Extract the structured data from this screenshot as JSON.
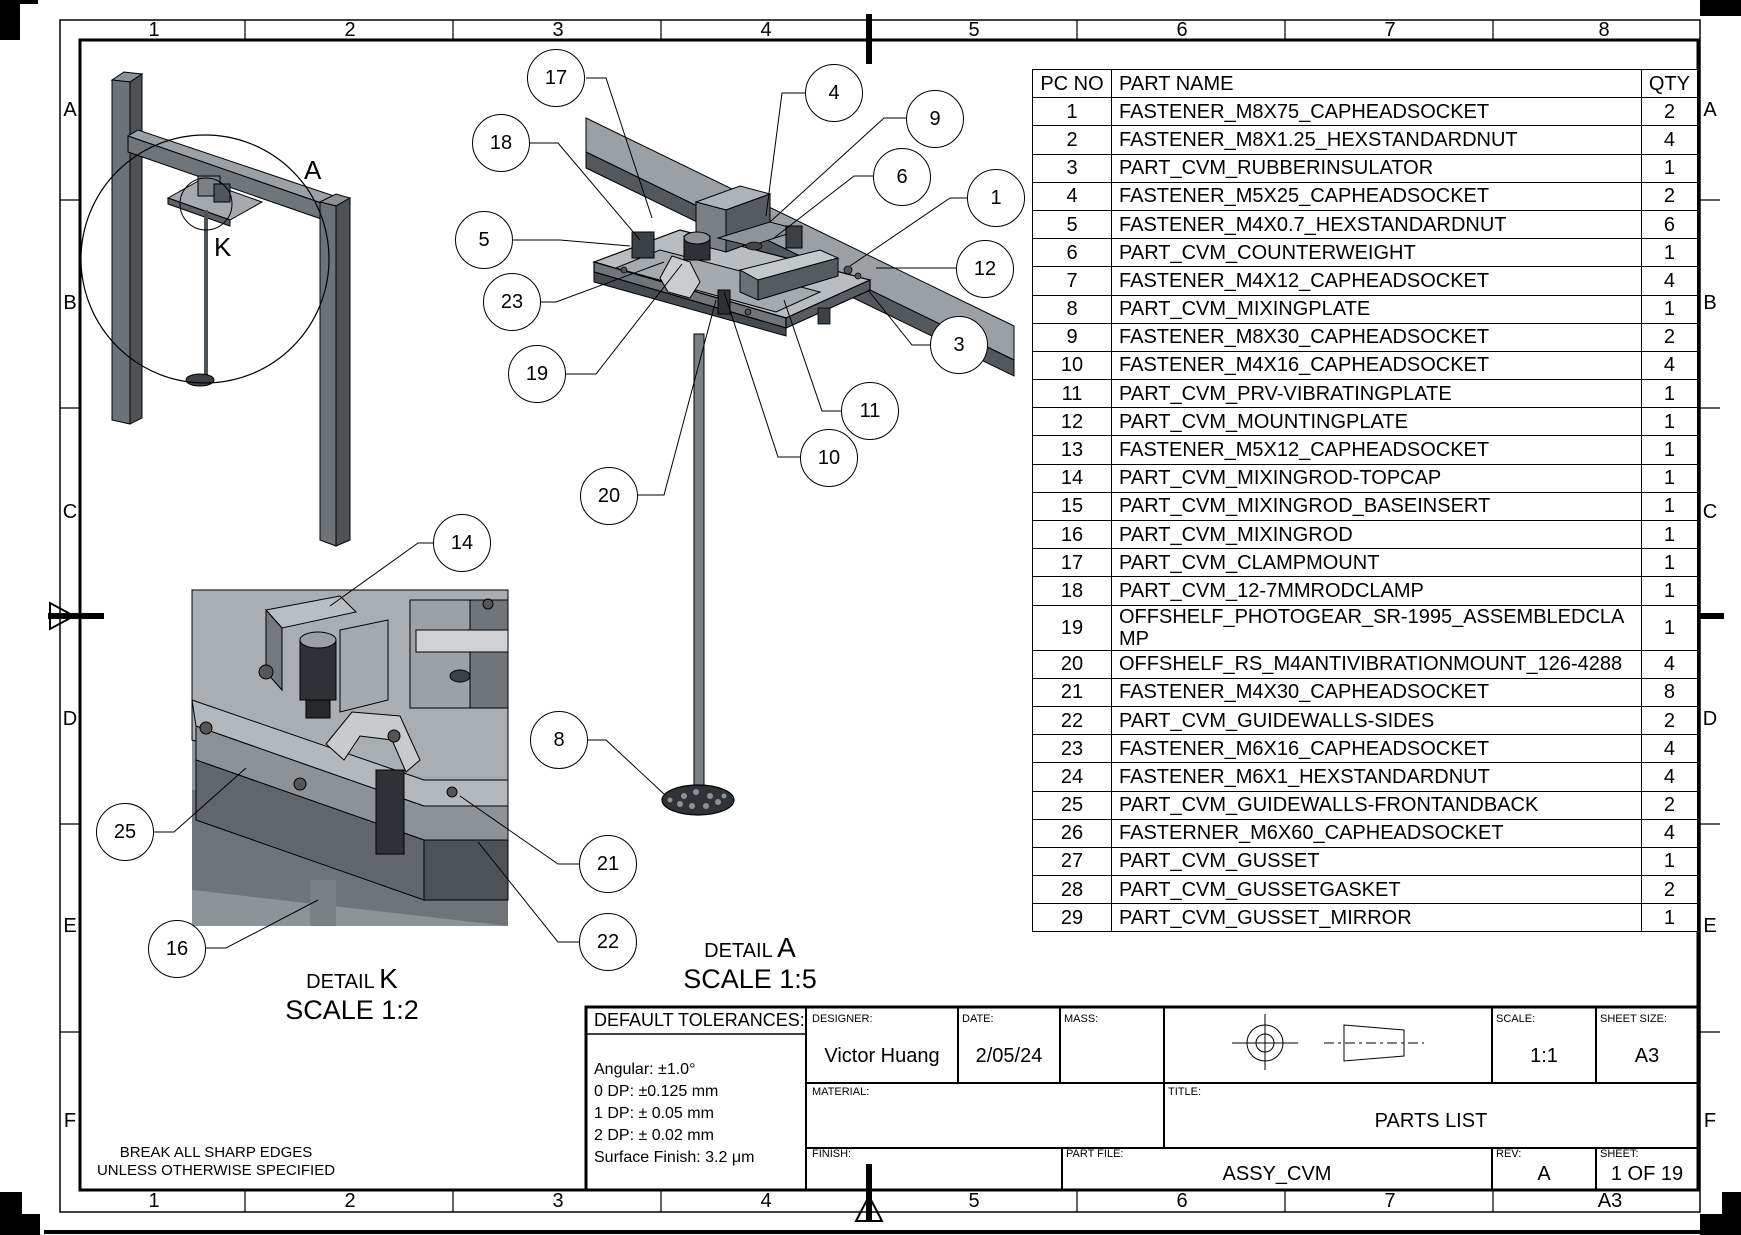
{
  "zones": {
    "columns": [
      "1",
      "2",
      "3",
      "4",
      "5",
      "6",
      "7",
      "8"
    ],
    "rows": [
      "A",
      "B",
      "C",
      "D",
      "E",
      "F"
    ],
    "bottom_sheet_size": "A3"
  },
  "bom": {
    "headers": {
      "pc_no": "PC NO",
      "part_name": "PART NAME",
      "qty": "QTY"
    },
    "rows": [
      {
        "no": "1",
        "name": "FASTENER_M8X75_CAPHEADSOCKET",
        "qty": "2"
      },
      {
        "no": "2",
        "name": "FASTENER_M8X1.25_HEXSTANDARDNUT",
        "qty": "4"
      },
      {
        "no": "3",
        "name": "PART_CVM_RUBBERINSULATOR",
        "qty": "1"
      },
      {
        "no": "4",
        "name": "FASTENER_M5X25_CAPHEADSOCKET",
        "qty": "2"
      },
      {
        "no": "5",
        "name": "FASTENER_M4X0.7_HEXSTANDARDNUT",
        "qty": "6"
      },
      {
        "no": "6",
        "name": "PART_CVM_COUNTERWEIGHT",
        "qty": "1"
      },
      {
        "no": "7",
        "name": "FASTENER_M4X12_CAPHEADSOCKET",
        "qty": "4"
      },
      {
        "no": "8",
        "name": "PART_CVM_MIXINGPLATE",
        "qty": "1"
      },
      {
        "no": "9",
        "name": "FASTENER_M8X30_CAPHEADSOCKET",
        "qty": "2"
      },
      {
        "no": "10",
        "name": "FASTENER_M4X16_CAPHEADSOCKET",
        "qty": "4"
      },
      {
        "no": "11",
        "name": "PART_CVM_PRV-VIBRATINGPLATE",
        "qty": "1"
      },
      {
        "no": "12",
        "name": "PART_CVM_MOUNTINGPLATE",
        "qty": "1"
      },
      {
        "no": "13",
        "name": "FASTENER_M5X12_CAPHEADSOCKET",
        "qty": "1"
      },
      {
        "no": "14",
        "name": "PART_CVM_MIXINGROD-TOPCAP",
        "qty": "1"
      },
      {
        "no": "15",
        "name": "PART_CVM_MIXINGROD_BASEINSERT",
        "qty": "1"
      },
      {
        "no": "16",
        "name": "PART_CVM_MIXINGROD",
        "qty": "1"
      },
      {
        "no": "17",
        "name": "PART_CVM_CLAMPMOUNT",
        "qty": "1"
      },
      {
        "no": "18",
        "name": "PART_CVM_12-7MMRODCLAMP",
        "qty": "1"
      },
      {
        "no": "19",
        "name": "OFFSHELF_PHOTOGEAR_SR-1995_ASSEMBLEDCLAMP",
        "qty": "1"
      },
      {
        "no": "20",
        "name": "OFFSHELF_RS_M4ANTIVIBRATIONMOUNT_126-4288",
        "qty": "4"
      },
      {
        "no": "21",
        "name": "FASTENER_M4X30_CAPHEADSOCKET",
        "qty": "8"
      },
      {
        "no": "22",
        "name": "PART_CVM_GUIDEWALLS-SIDES",
        "qty": "2"
      },
      {
        "no": "23",
        "name": "FASTENER_M6X16_CAPHEADSOCKET",
        "qty": "4"
      },
      {
        "no": "24",
        "name": "FASTENER_M6X1_HEXSTANDARDNUT",
        "qty": "4"
      },
      {
        "no": "25",
        "name": "PART_CVM_GUIDEWALLS-FRONTANDBACK",
        "qty": "2"
      },
      {
        "no": "26",
        "name": "FASTERNER_M6X60_CAPHEADSOCKET",
        "qty": "4"
      },
      {
        "no": "27",
        "name": "PART_CVM_GUSSET",
        "qty": "1"
      },
      {
        "no": "28",
        "name": "PART_CVM_GUSSETGASKET",
        "qty": "2"
      },
      {
        "no": "29",
        "name": "PART_CVM_GUSSET_MIRROR",
        "qty": "1"
      }
    ]
  },
  "views": {
    "overview_label_a": "A",
    "overview_label_k": "K",
    "detail_a": {
      "prefix": "DETAIL",
      "letter": "A",
      "scale": "SCALE 1:5"
    },
    "detail_k": {
      "prefix": "DETAIL",
      "letter": "K",
      "scale": "SCALE 1:2"
    }
  },
  "balloons_a": [
    "17",
    "4",
    "9",
    "18",
    "6",
    "1",
    "5",
    "12",
    "23",
    "3",
    "19",
    "11",
    "10",
    "20",
    "8"
  ],
  "balloons_k": [
    "14",
    "25",
    "21",
    "22",
    "16"
  ],
  "notes": {
    "edges_line1": "BREAK ALL SHARP EDGES",
    "edges_line2": "UNLESS OTHERWISE SPECIFIED"
  },
  "tolerances": {
    "title": "DEFAULT TOLERANCES:",
    "lines": [
      "Angular: ±1.0°",
      "0 DP: ±0.125 mm",
      "1 DP: ± 0.05 mm",
      "2 DP: ± 0.02 mm",
      "Surface Finish: 3.2 μm"
    ]
  },
  "title_block": {
    "designer_label": "DESIGNER:",
    "designer": "Victor Huang",
    "date_label": "DATE:",
    "date": "2/05/24",
    "mass_label": "MASS:",
    "scale_label": "SCALE:",
    "scale": "1:1",
    "sheet_size_label": "SHEET SIZE:",
    "sheet_size": "A3",
    "material_label": "MATERIAL:",
    "title_label": "TITLE:",
    "title": "PARTS LIST",
    "finish_label": "FINISH:",
    "part_file_label": "PART FILE:",
    "part_file": "ASSY_CVM",
    "rev_label": "REV:",
    "rev": "A",
    "sheet_label": "SHEET:",
    "sheet": "1 OF 19"
  },
  "colors": {
    "metal": "#7f868c",
    "metal_dark": "#4d5257",
    "metal_light": "#b3b8bc",
    "ink": "#000000"
  }
}
